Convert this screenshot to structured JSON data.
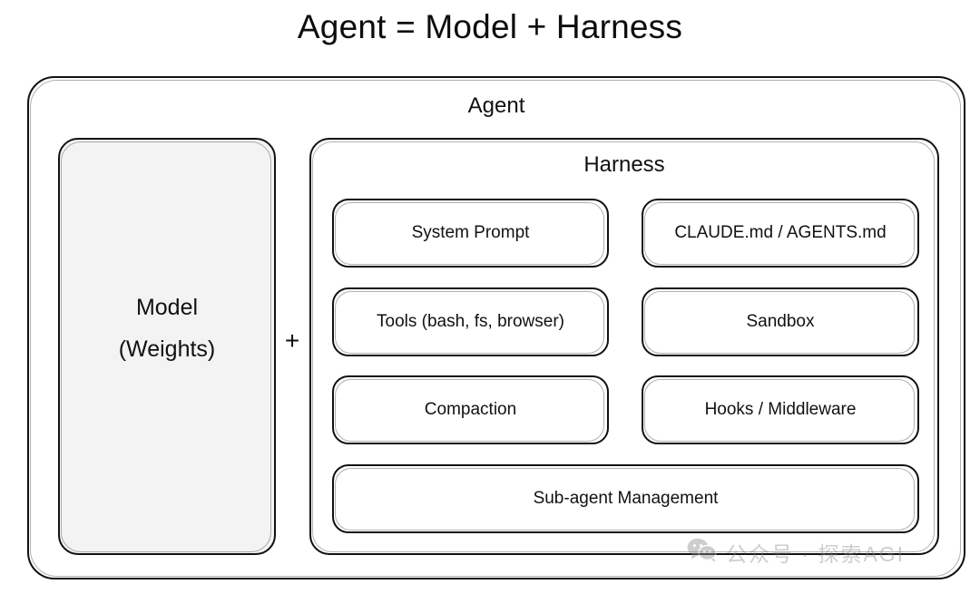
{
  "title": "Agent = Model + Harness",
  "diagram": {
    "agent": {
      "label": "Agent",
      "model": {
        "line1": "Model",
        "line2": "(Weights)"
      },
      "operator": "+",
      "harness": {
        "label": "Harness",
        "items": [
          {
            "label": "System Prompt"
          },
          {
            "label": "CLAUDE.md / AGENTS.md"
          },
          {
            "label": "Tools (bash, fs, browser)"
          },
          {
            "label": "Sandbox"
          },
          {
            "label": "Compaction"
          },
          {
            "label": "Hooks / Middleware"
          },
          {
            "label": "Sub-agent Management"
          }
        ]
      }
    }
  },
  "watermark": {
    "icon": "wechat-icon",
    "text": "公众号 · 探索AGI"
  },
  "colors": {
    "stroke": "#111111",
    "background": "#ffffff",
    "model_fill": "#f3f3f3",
    "text": "#111111",
    "watermark": "#8a8a8a"
  }
}
